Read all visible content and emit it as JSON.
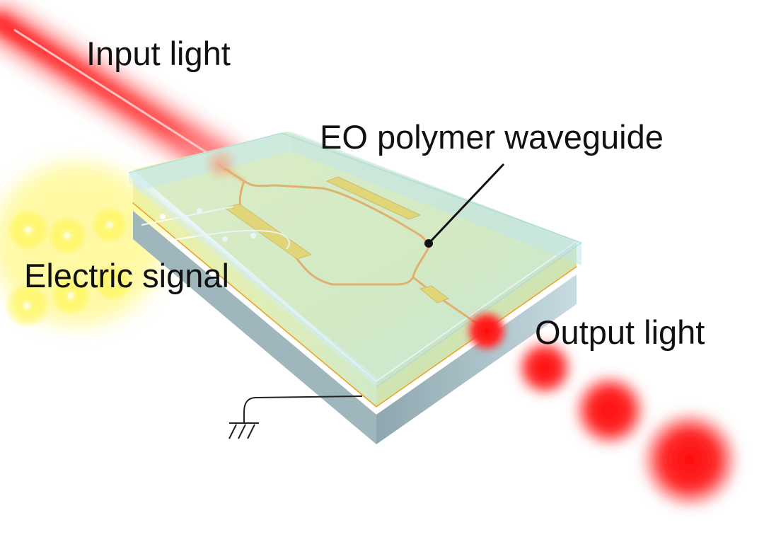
{
  "labels": {
    "input_light": "Input light",
    "waveguide": "EO polymer waveguide",
    "electric_signal": "Electric signal",
    "output_light": "Output light"
  },
  "colors": {
    "laser": "#ff1a1a",
    "electric_glow": "#fff200",
    "polymer_layer": "#e8f0a8",
    "cladding": "#bfe4ee",
    "substrate_side": "#a9c3cc",
    "electrode": "#f2cc3a",
    "waveguide": "#f0962c",
    "ground_wire": "#222222"
  },
  "icons": {
    "ground": "ground-symbol-icon"
  }
}
